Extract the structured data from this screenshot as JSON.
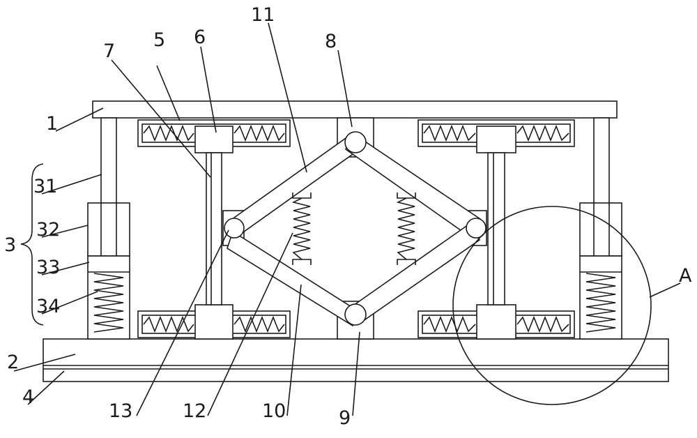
{
  "labels": {
    "l1": "1",
    "l2": "2",
    "l3": "3",
    "l4": "4",
    "l5": "5",
    "l6": "6",
    "l7": "7",
    "l8": "8",
    "l9": "9",
    "l10": "10",
    "l11": "11",
    "l12": "12",
    "l13": "13",
    "l31": "31",
    "l32": "32",
    "l33": "33",
    "l34": "34",
    "lA": "A"
  },
  "colors": {
    "line": "#1a1a1a",
    "background": "#ffffff"
  }
}
